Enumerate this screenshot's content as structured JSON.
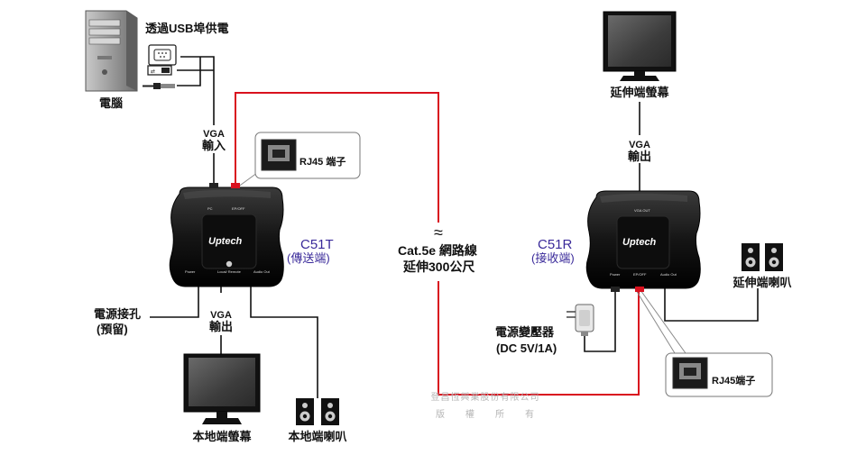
{
  "computer": {
    "usb_power_label": "透過USB埠供電",
    "label": "電腦"
  },
  "transmitter": {
    "vga_in_label": [
      "VGA",
      "輸入"
    ],
    "vga_out_label": [
      "VGA",
      "輸出"
    ],
    "model": "C51T",
    "model_desc": "(傳送端)",
    "port_pc": "PC",
    "port_rj45": "EP/OFF",
    "port_power": "Power",
    "port_mode": "Local/\nRemote",
    "port_audio": "Audio Out",
    "brand": "Uptech",
    "rj45_callout": "RJ45 端子",
    "power_label": [
      "電源接孔",
      "(預留)"
    ],
    "local_monitor_label": "本地端螢幕",
    "local_speaker_label": "本地端喇叭"
  },
  "cable": {
    "symbol": "≈",
    "type_label": "Cat.5e 網路線",
    "length_label": "延伸300公尺"
  },
  "receiver": {
    "remote_monitor_label": "延伸端螢幕",
    "vga_out_label": [
      "VGA",
      "輸出"
    ],
    "model": "C51R",
    "model_desc": "(接收端)",
    "port_vga": "VGA OUT",
    "port_power": "Power",
    "port_rj45": "EP/OFF",
    "port_audio": "Audio Out",
    "brand": "Uptech",
    "remote_speaker_label": "延伸端喇叭",
    "adapter_label": [
      "電源變壓器",
      "(DC 5V/1A)"
    ],
    "rj45_callout": "RJ45端子"
  },
  "watermark": {
    "line1": "登昌恆興業股份有限公司",
    "line2": "版　　權　　所　　有"
  },
  "colors": {
    "signal_line": "#111111",
    "network_cable": "#d9111e",
    "model_text": "#3a2a9a"
  }
}
